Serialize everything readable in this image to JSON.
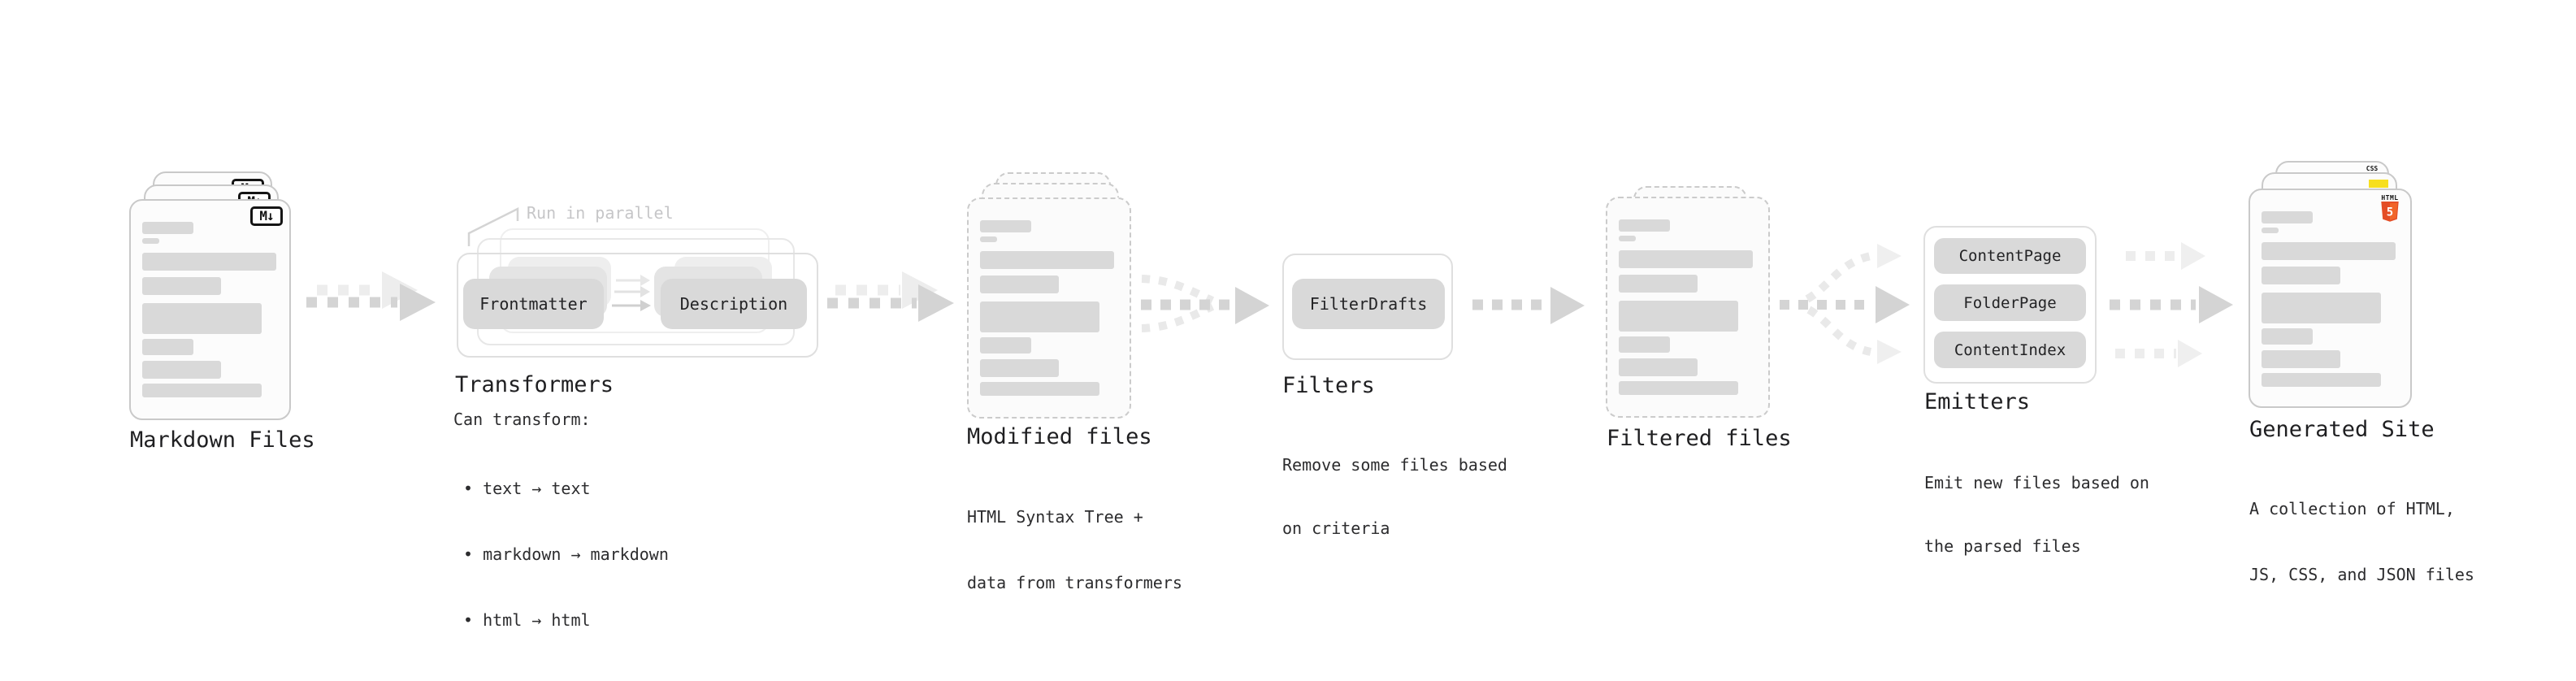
{
  "palette": {
    "background": "#ffffff",
    "title_color": "#1f1f21",
    "body_color": "#2c2c2e",
    "note_color": "#c6c6c8",
    "doc_border": "#c9c9c9",
    "doc_fill": "#fcfcfc",
    "bar_fill": "#d9d9d9",
    "pill_fill": "#d9d9d9",
    "arrow_dark": "#d4d4d4",
    "arrow_light": "#ededed",
    "html5_orange": "#e44d26",
    "html5_orange_light": "#f16529",
    "js_yellow": "#f7df1e",
    "css_blue": "#2965f1"
  },
  "stages": {
    "markdown_files": {
      "title": "Markdown Files",
      "badge": "M↓"
    },
    "transformers": {
      "title": "Transformers",
      "note": "Run in parallel",
      "input_pill": "Frontmatter",
      "output_pill": "Description",
      "desc_heading": "Can transform:",
      "bullets": [
        "• text → text",
        "• markdown → markdown",
        "• html → html"
      ]
    },
    "modified_files": {
      "title": "Modified files",
      "desc_line1": "HTML Syntax Tree +",
      "desc_line2": "data from transformers"
    },
    "filters": {
      "title": "Filters",
      "pill": "FilterDrafts",
      "desc_line1": "Remove some files based",
      "desc_line2": "on criteria"
    },
    "filtered_files": {
      "title": "Filtered files"
    },
    "emitters": {
      "title": "Emitters",
      "pills": [
        "ContentPage",
        "FolderPage",
        "ContentIndex"
      ],
      "desc_line1": "Emit new files based on",
      "desc_line2": "the parsed files"
    },
    "generated_site": {
      "title": "Generated Site",
      "desc_line1": "A collection of HTML,",
      "desc_line2": "JS, CSS, and JSON files",
      "html_badge_label": "HTML",
      "html_badge_number": "5",
      "css_badge_label": "CSS"
    }
  }
}
